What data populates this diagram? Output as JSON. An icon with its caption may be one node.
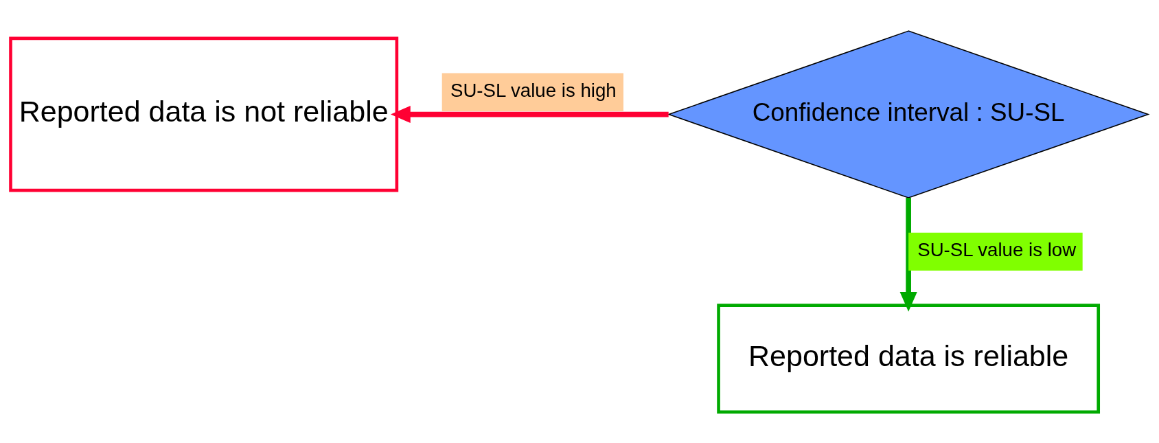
{
  "diagram": {
    "nodes": [
      {
        "text": [
          "Reported data is not reliable"
        ]
      },
      {
        "text": [
          "Confidence interval : SU-SL"
        ]
      },
      {
        "text": [
          "Reported data is reliable"
        ]
      }
    ],
    "edges": [
      {
        "from": 1,
        "to": 0,
        "arrow": "to",
        "label": "SU-SL value is high",
        "color": "#ff0033"
      },
      {
        "from": 1,
        "to": 2,
        "arrow": "to",
        "label": "SU-SL value is low",
        "color": "#00aa00"
      }
    ]
  }
}
